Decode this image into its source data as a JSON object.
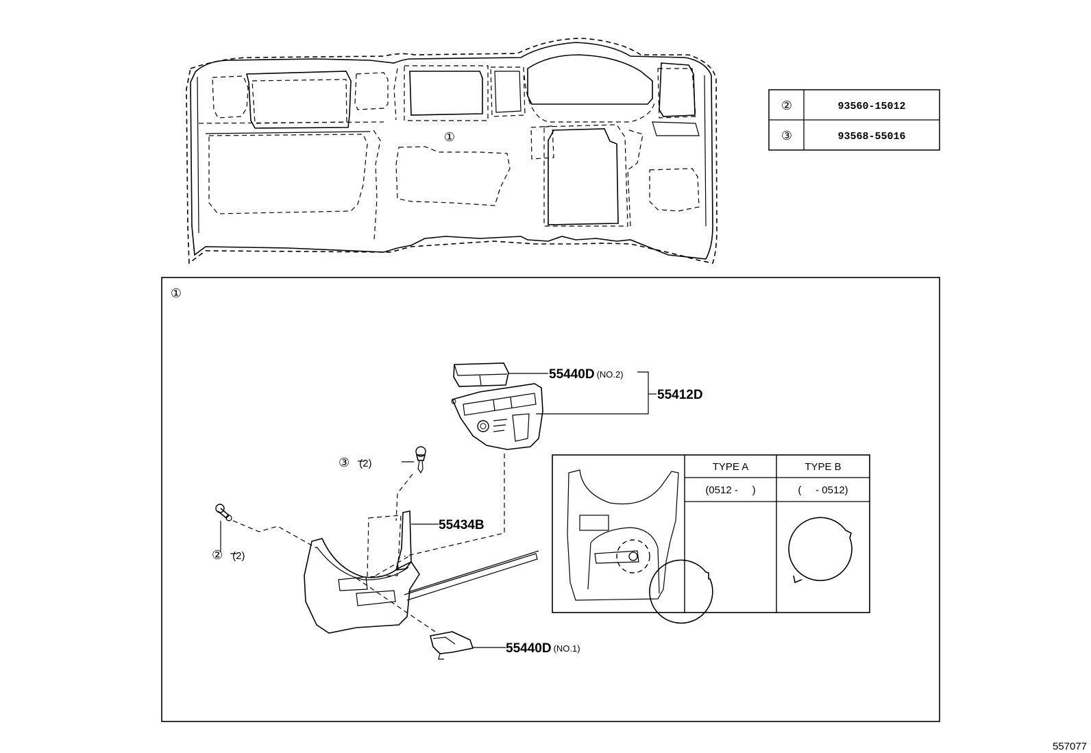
{
  "dashboard": {
    "ref_marker": "①"
  },
  "parts_table": {
    "rows": [
      {
        "ref": "②",
        "part_number": "93560-15012"
      },
      {
        "ref": "③",
        "part_number": "93568-55016"
      }
    ]
  },
  "detail_panel": {
    "ref_marker": "①",
    "callouts": {
      "screw_3": {
        "ref": "③",
        "qty": "(2)"
      },
      "screw_2": {
        "ref": "②",
        "qty": "(2)"
      },
      "part_55440d_no2": {
        "part": "55440D",
        "note": "(NO.2)"
      },
      "part_55412d": {
        "part": "55412D"
      },
      "part_55434b": {
        "part": "55434B"
      },
      "part_55440d_no1": {
        "part": "55440D",
        "note": "(NO.1)"
      }
    },
    "type_table": {
      "type_a": {
        "header": "TYPE A",
        "range": "(0512 -     )"
      },
      "type_b": {
        "header": "TYPE B",
        "range": "(     - 0512)"
      }
    }
  },
  "illustration_id": "557077"
}
